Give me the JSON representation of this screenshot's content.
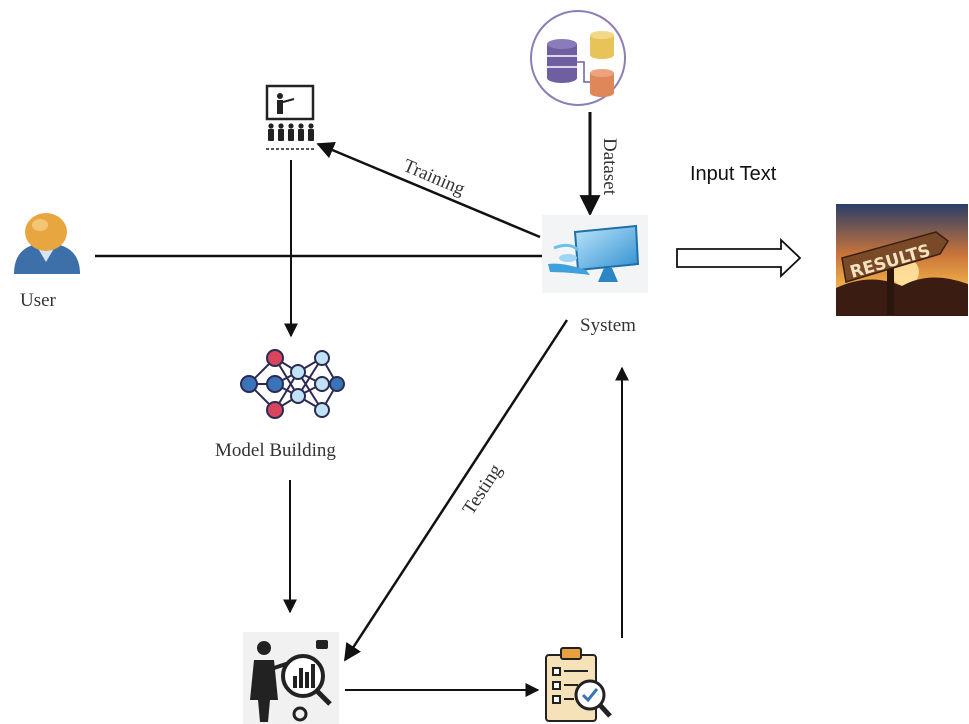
{
  "labels": {
    "user": "User",
    "system": "System",
    "model_building": "Model Building",
    "training": "Training",
    "testing": "Testing",
    "dataset": "Dataset",
    "input_text": "Input Text",
    "results_sign": "RESULTS"
  },
  "icons": {
    "user": "user-icon",
    "training": "training-presentation-icon",
    "dataset": "database-icon",
    "system": "computer-icon",
    "results": "results-signpost-icon",
    "model": "neural-network-icon",
    "analysis": "data-analysis-icon",
    "evaluation": "clipboard-checklist-icon"
  },
  "colors": {
    "arrow": "#111111",
    "user_head": "#e8a640",
    "user_body": "#3d6fa8",
    "db_purple": "#6f5fa0",
    "db_yellow": "#e8c35a",
    "db_orange": "#e0875a",
    "nn_red": "#d7445b",
    "nn_blue": "#3a74b8",
    "system_blue": "#3fa0dc",
    "clipboard_orange": "#e8a040"
  }
}
